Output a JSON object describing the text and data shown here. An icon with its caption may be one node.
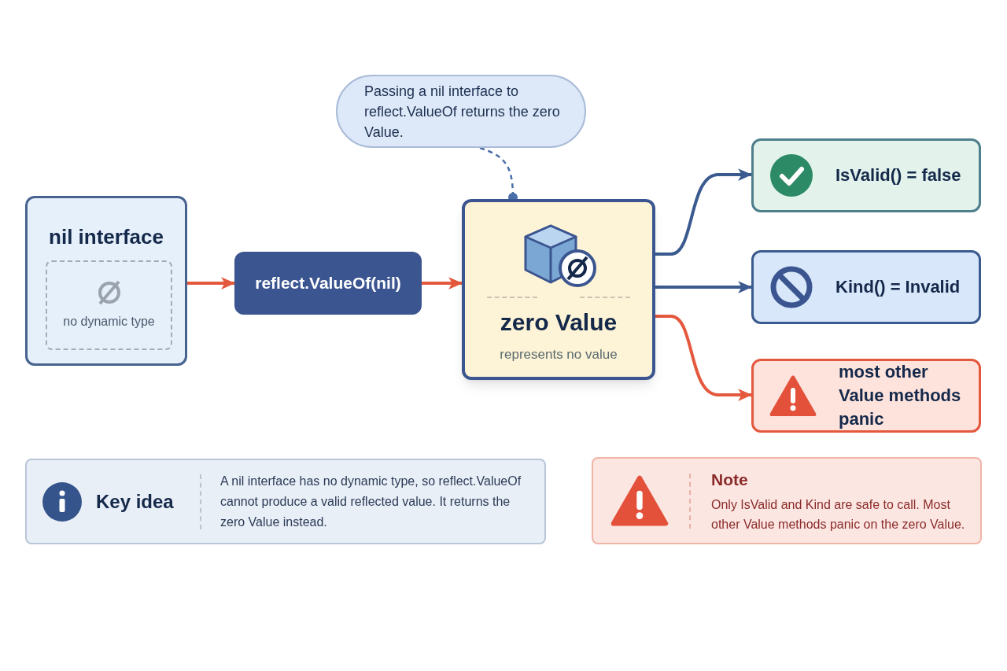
{
  "diagram": {
    "nodes": [
      {
        "text": [
          "nil interface"
        ]
      },
      {
        "text": [
          "no dynamic type"
        ],
        "in": 0
      },
      {
        "text": [
          "reflect.ValueOf(nil)"
        ]
      },
      {
        "text": [
          "Passing a nil interface to reflect.ValueOf returns the zero Value."
        ]
      },
      {
        "text": [
          "zero Value",
          "represents no value"
        ]
      },
      {
        "text": [
          "IsValid() = false"
        ]
      },
      {
        "text": [
          "Kind() = Invalid"
        ]
      },
      {
        "text": [
          "most other Value methods panic"
        ]
      },
      {
        "text": [
          "Key idea",
          "A nil interface has no dynamic type, so reflect.ValueOf cannot produce a valid reflected value. It returns the zero Value instead."
        ]
      },
      {
        "text": [
          "Note",
          "Only IsValid and Kind are safe to call. Most other Value methods panic on the zero Value."
        ]
      }
    ],
    "edges": [
      {
        "from": 0,
        "to": 2,
        "arrow": "to"
      },
      {
        "from": 2,
        "to": 4,
        "arrow": "to"
      },
      {
        "from": 3,
        "to": 4,
        "arrow": "other",
        "style": "dashed",
        "color": "#4a6ea8"
      },
      {
        "from": 4,
        "to": 5,
        "arrow": "to",
        "color": "#3b5a8f"
      },
      {
        "from": 4,
        "to": 6,
        "arrow": "to",
        "color": "#3b5a8f"
      },
      {
        "from": 4,
        "to": 7,
        "arrow": "to"
      }
    ]
  }
}
